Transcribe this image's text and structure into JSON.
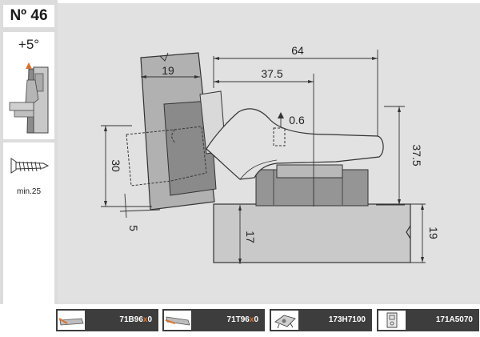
{
  "sidebar": {
    "model_number": "Nº 46",
    "angle": "+5°",
    "screw_label": "min.25"
  },
  "dimensions": {
    "total_width": "64",
    "inner_width": "37.5",
    "door_thickness": "19",
    "offset": "0.6",
    "height_right": "37.5",
    "cup_depth": "30",
    "side_gap": "5",
    "panel_left": "17",
    "panel_right": "19"
  },
  "accessories": [
    {
      "pre": "71B96",
      "mark": "x",
      "post": "0"
    },
    {
      "pre": "71T96",
      "mark": "x",
      "post": "0"
    },
    {
      "pre": "173H7100",
      "mark": "",
      "post": ""
    },
    {
      "pre": "171A5070",
      "mark": "",
      "post": ""
    }
  ],
  "colors": {
    "highlight": "#d9712b",
    "background": "#e1e1e1",
    "sidebar": "#dcdcdc"
  }
}
